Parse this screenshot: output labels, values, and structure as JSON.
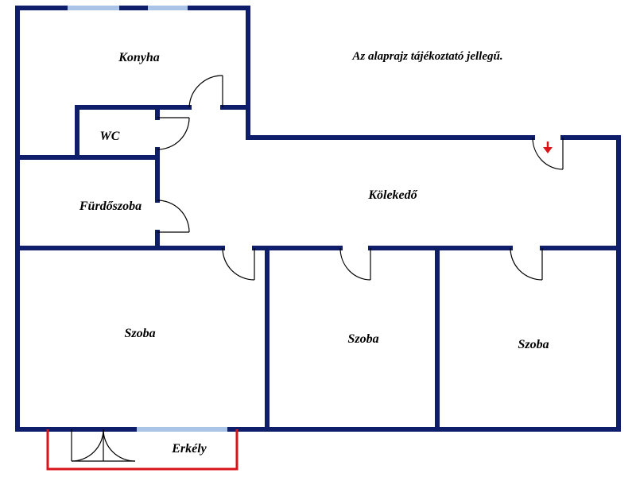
{
  "note": "Az alaprajz tájékoztató jellegű.",
  "rooms": {
    "kitchen": "Konyha",
    "wc": "WC",
    "bathroom": "Fürdőszoba",
    "corridor": "Kölekedő",
    "room_left": "Szoba",
    "room_middle": "Szoba",
    "room_right": "Szoba",
    "balcony": "Erkély"
  },
  "colors": {
    "wall": "#0f1e6b",
    "window": "#a9c4e6",
    "balcony": "#d9141a",
    "entrance_arrow": "#d9141a"
  },
  "icons": {
    "entrance": "down-arrow-icon"
  }
}
